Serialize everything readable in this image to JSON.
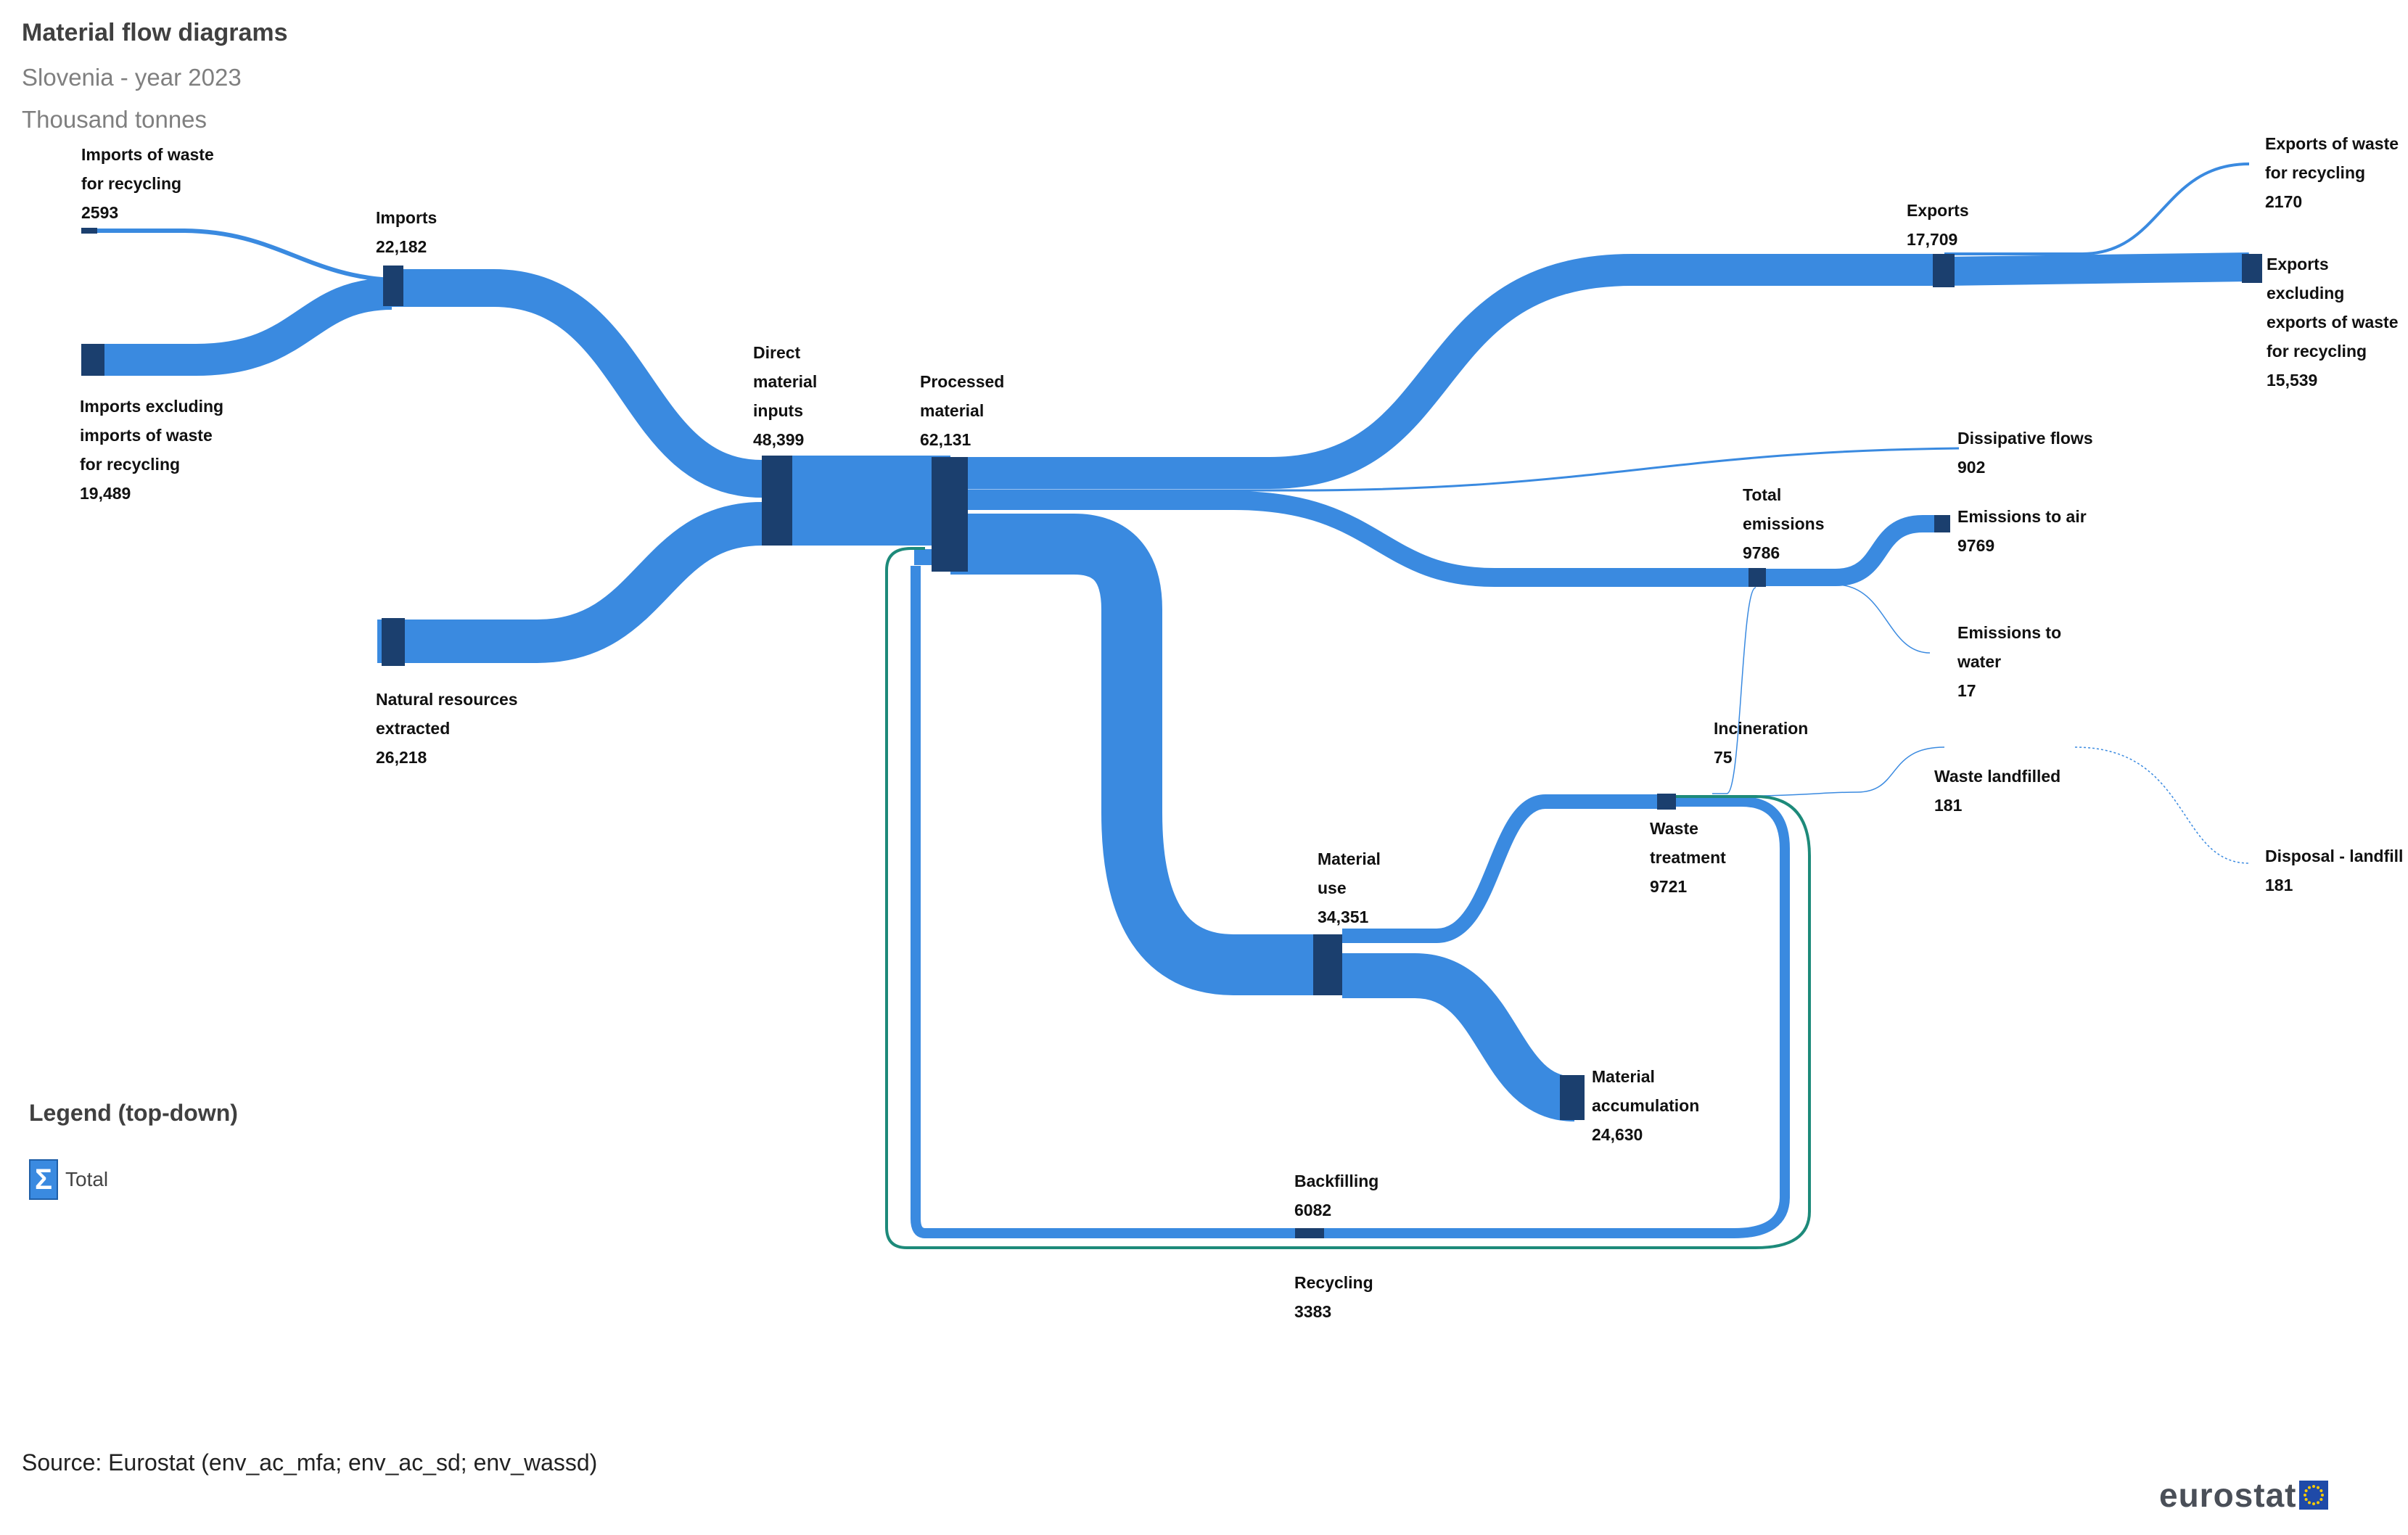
{
  "header": {
    "title": "Material flow diagrams",
    "subtitle": "Slovenia - year 2023",
    "unit": "Thousand tonnes"
  },
  "nodes": {
    "imports_waste": {
      "name": "Imports of waste\nfor recycling",
      "value": "2593"
    },
    "imports_excl": {
      "name": "Imports excluding\nimports of waste\nfor recycling",
      "value": "19,489"
    },
    "imports": {
      "name": "Imports",
      "value": "22,182"
    },
    "natural": {
      "name": "Natural resources\nextracted",
      "value": "26,218"
    },
    "dmi": {
      "name": "Direct\nmaterial\ninputs",
      "value": "48,399"
    },
    "processed": {
      "name": "Processed\nmaterial",
      "value": "62,131"
    },
    "exports": {
      "name": "Exports",
      "value": "17,709"
    },
    "exports_waste": {
      "name": "Exports of waste\nfor recycling",
      "value": "2170"
    },
    "exports_excl": {
      "name": "Exports excluding\nexports of waste\nfor recycling",
      "value": "15,539"
    },
    "dissipative": {
      "name": "Dissipative flows",
      "value": "902"
    },
    "total_emissions": {
      "name": "Total\nemissions",
      "value": "9786"
    },
    "emissions_air": {
      "name": "Emissions to air",
      "value": "9769"
    },
    "emissions_water": {
      "name": "Emissions to\nwater",
      "value": "17"
    },
    "incineration": {
      "name": "Incineration",
      "value": "75"
    },
    "waste_landfilled": {
      "name": "Waste landfilled",
      "value": "181"
    },
    "disposal_landfill": {
      "name": "Disposal - landfill",
      "value": "181"
    },
    "material_use": {
      "name": "Material\nuse",
      "value": "34,351"
    },
    "waste_treatment": {
      "name": "Waste\ntreatment",
      "value": "9721"
    },
    "material_accumulation": {
      "name": "Material\naccumulation",
      "value": "24,630"
    },
    "backfilling": {
      "name": "Backfilling",
      "value": "6082"
    },
    "recycling": {
      "name": "Recycling",
      "value": "3383"
    }
  },
  "legend": {
    "title": "Legend (top-down)",
    "items": [
      {
        "label": "Total",
        "icon": "sigma-icon",
        "color": "#3a8ae0"
      }
    ]
  },
  "source": "Source: Eurostat (env_ac_mfa; env_ac_sd; env_wassd)",
  "logo": {
    "text": "eurostat"
  },
  "colors": {
    "flow": "#3a8ae0",
    "node": "#1b3f6e",
    "recycle_outline": "#1d8a7a"
  }
}
